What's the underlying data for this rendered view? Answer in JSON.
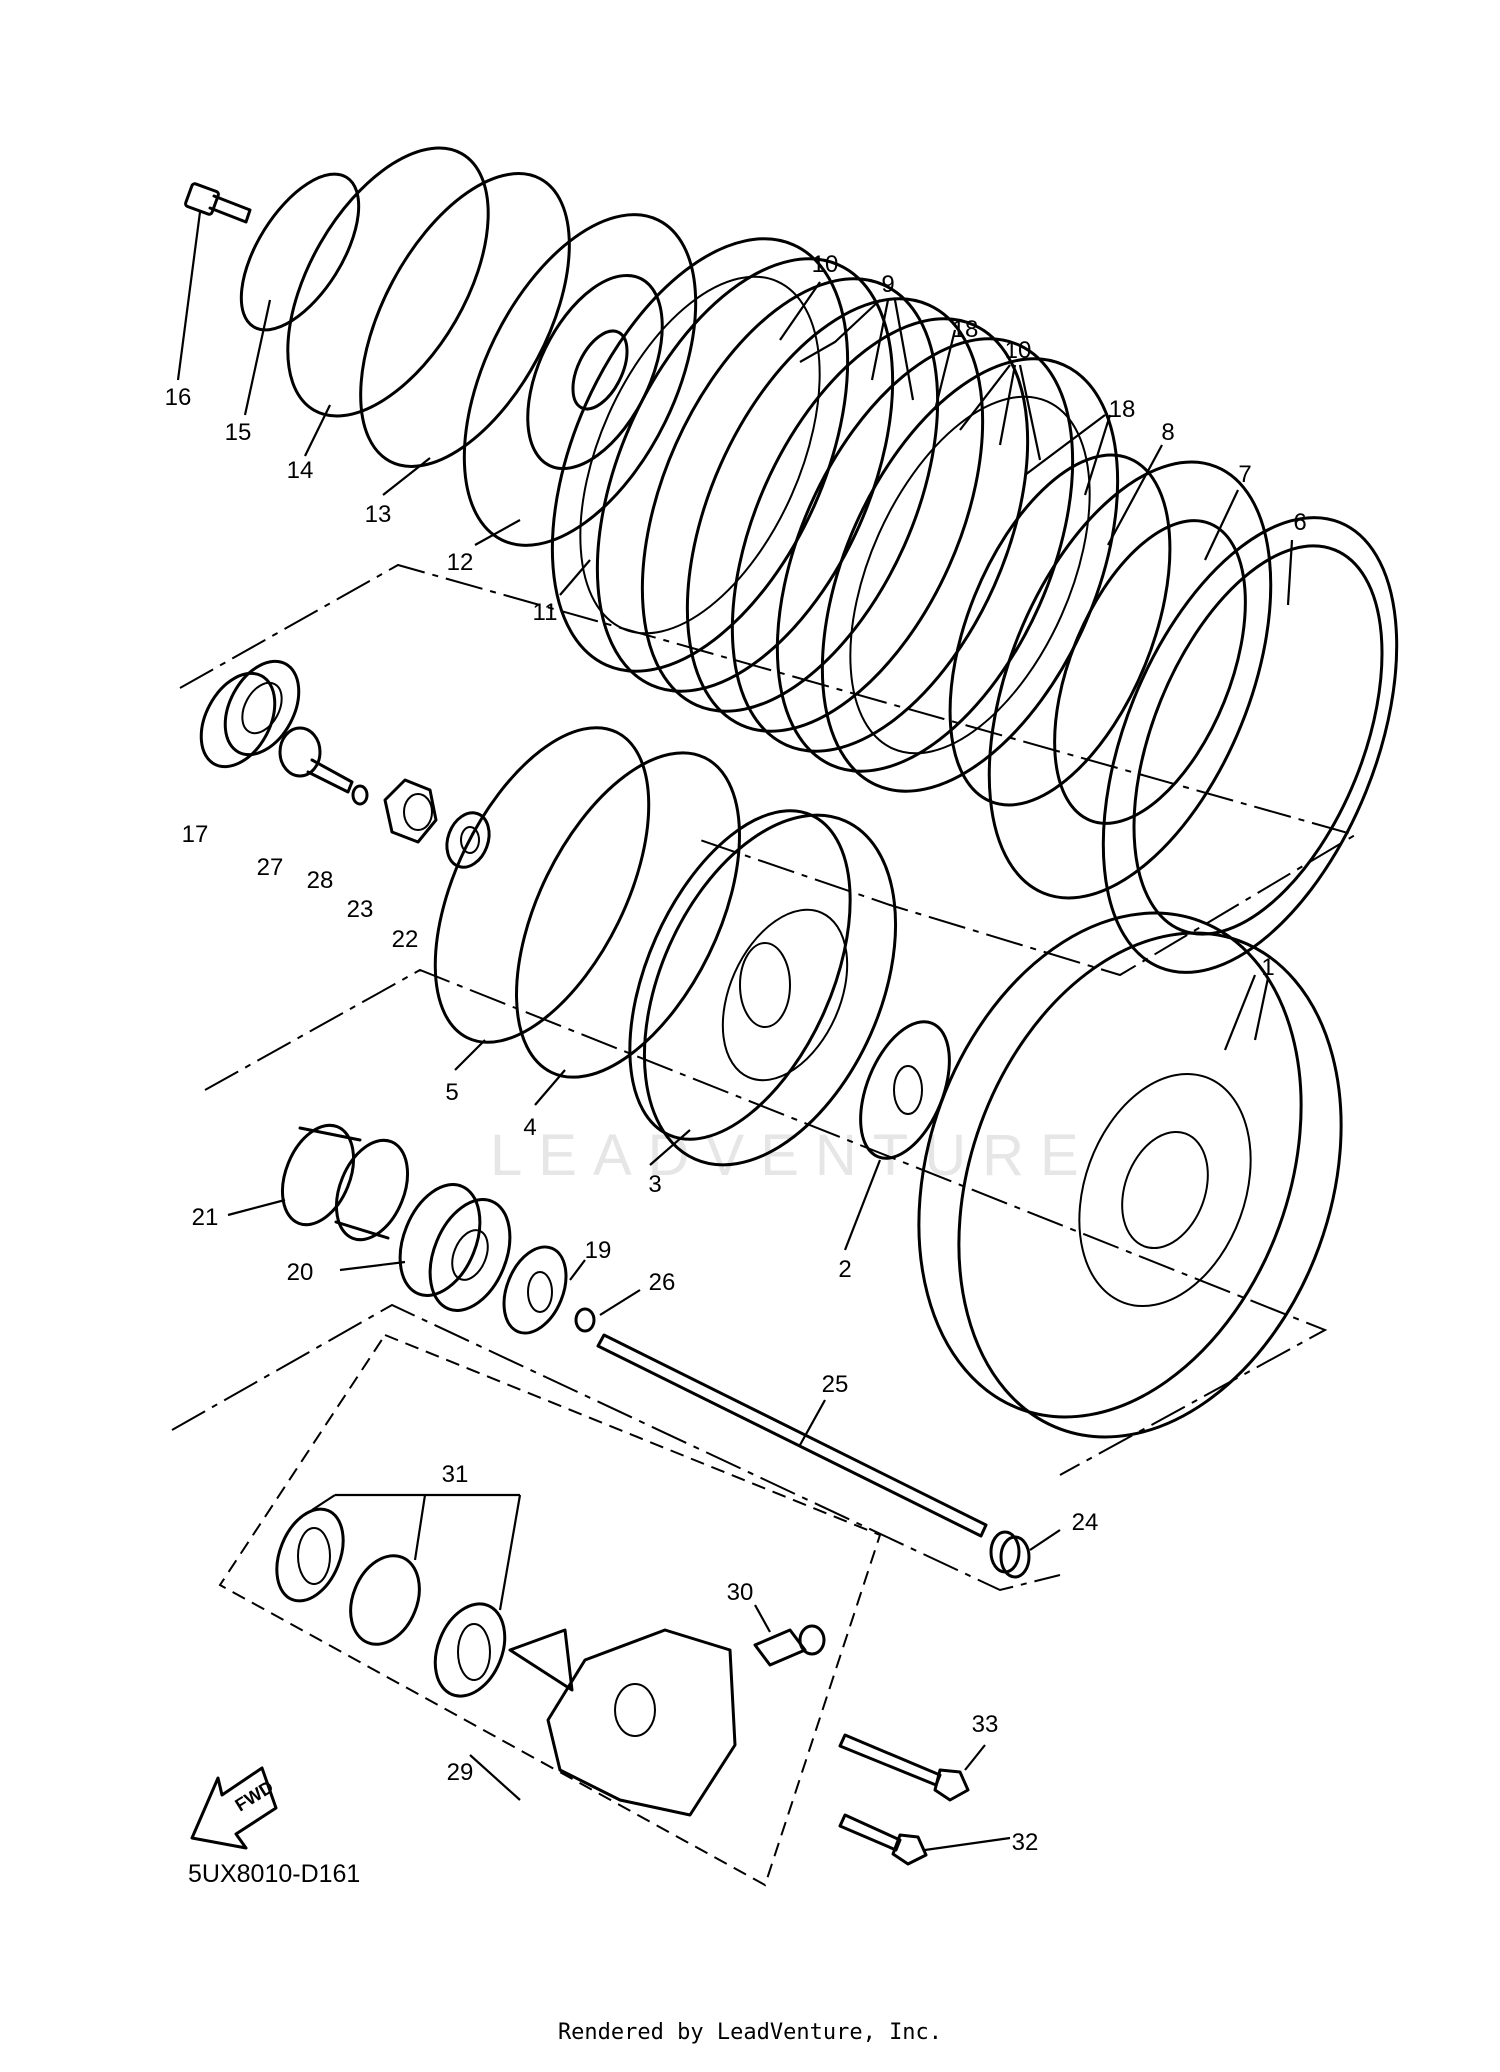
{
  "diagram": {
    "watermark": "LEADVENTURE",
    "code": "5UX8010-D161",
    "footer": "Rendered by LeadVenture, Inc.",
    "fwd_label": "FWD",
    "callouts": [
      "1",
      "2",
      "3",
      "4",
      "5",
      "6",
      "7",
      "8",
      "9",
      "10",
      "10",
      "11",
      "12",
      "13",
      "14",
      "15",
      "16",
      "17",
      "18",
      "18",
      "19",
      "20",
      "21",
      "22",
      "23",
      "24",
      "25",
      "26",
      "27",
      "28",
      "29",
      "30",
      "31",
      "32",
      "33"
    ]
  }
}
